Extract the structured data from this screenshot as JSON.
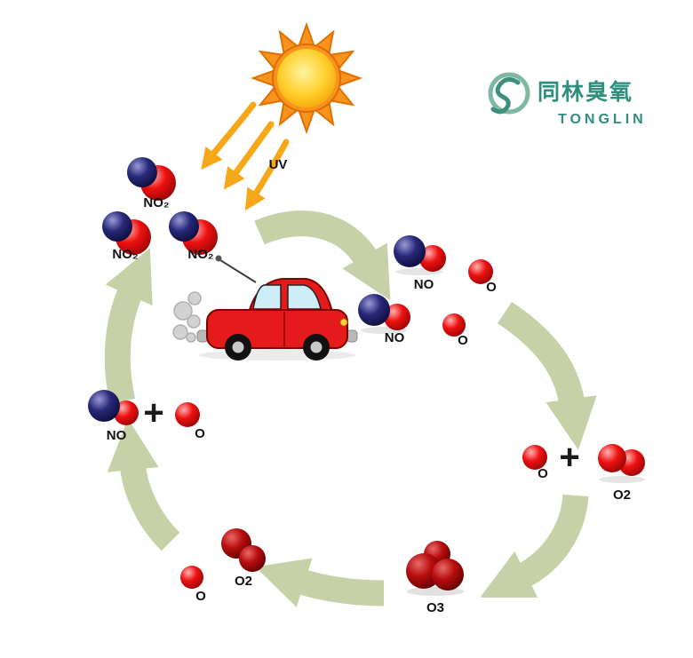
{
  "brand": {
    "name_cn": "同林臭氧",
    "name_en": "TONGLIN",
    "color": "#2f8f7f"
  },
  "sun": {
    "uv_label": "UV"
  },
  "molecules": {
    "no2_1": "NO₂",
    "no2_2": "NO₂",
    "no2_3": "NO₂",
    "no_1": "NO",
    "o_1": "O",
    "no_2": "NO",
    "o_2": "O",
    "o_mid_right": "O",
    "plus_right": "+",
    "o2_right": "O2",
    "o3": "O3",
    "o2_bottom": "O2",
    "o_bottom": "O",
    "no_left": "NO",
    "plus_left": "+",
    "o_left": "O"
  },
  "colors": {
    "arrow_green": "#c6d1a7",
    "uv_orange": "#f7a819",
    "sun_core": "#ffd02e",
    "sun_spikes": "#f7941d",
    "molecule_red": "#d81414",
    "molecule_dark_red": "#a60f0f",
    "molecule_blue": "#22226b",
    "car_red": "#e51a1a",
    "brand_teal": "#2f8f7f"
  }
}
